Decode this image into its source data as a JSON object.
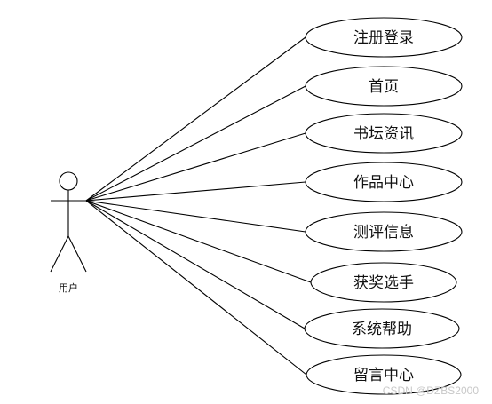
{
  "actor": {
    "label": "用户"
  },
  "use_cases": [
    {
      "label": "注册登录"
    },
    {
      "label": "首页"
    },
    {
      "label": "书坛资讯"
    },
    {
      "label": "作品中心"
    },
    {
      "label": "测评信息"
    },
    {
      "label": "获奖选手"
    },
    {
      "label": "系统帮助"
    },
    {
      "label": "留言中心"
    }
  ],
  "watermark": "CSDN @DZBS2000"
}
